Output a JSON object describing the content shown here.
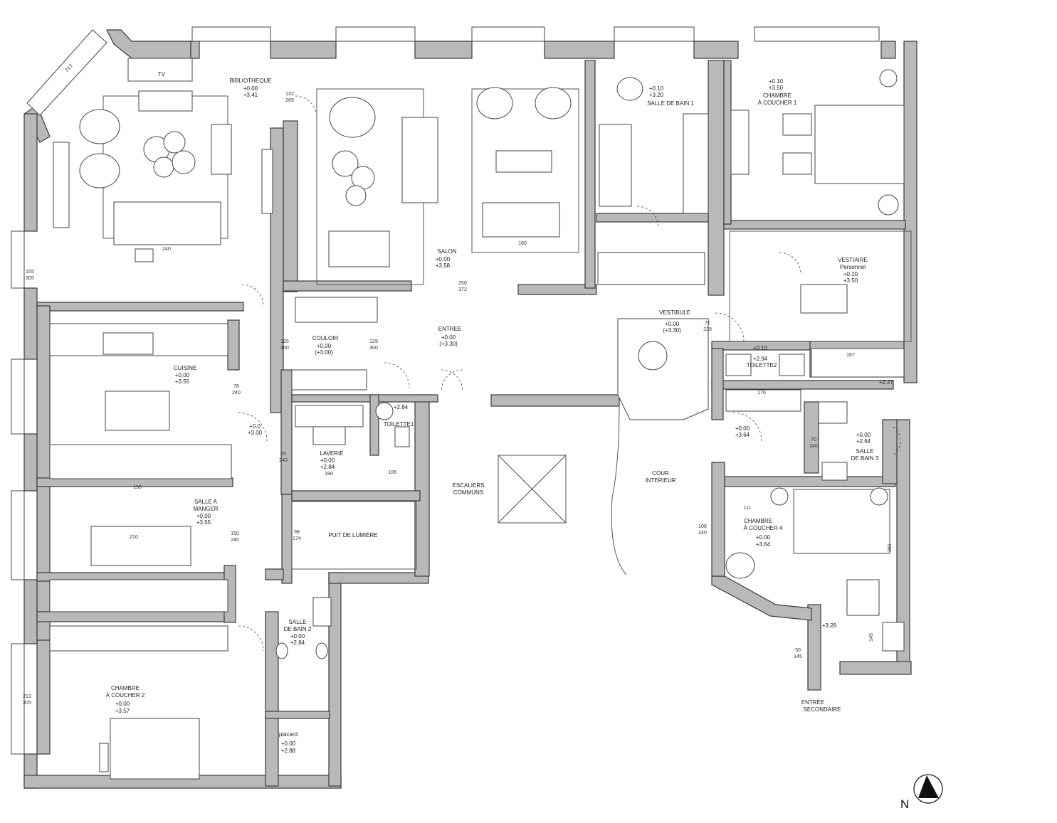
{
  "rooms": {
    "bibliotheque": {
      "name": "BIBLIOTHEQUE",
      "l1": "+0.00",
      "l2": "+3.41"
    },
    "tv": "TV",
    "salon": {
      "name": "SALON",
      "l1": "+0.00",
      "l2": "+3.58"
    },
    "sdb1": {
      "name": "SALLE DE BAIN 1",
      "l1": "+0.10",
      "l2": "+3.20"
    },
    "chambre1": {
      "name1": "CHAMBRE",
      "name2": "À COUCHER 1",
      "l1": "+0.10",
      "l2": "+3.50"
    },
    "vestiaire": {
      "name1": "VESTIAIRE",
      "name2": "Personnel",
      "l1": "+0.10",
      "l2": "+3.50"
    },
    "vestibule": {
      "name": "VESTIBULE",
      "l1": "+0.00",
      "l2": "(+3.30)"
    },
    "couloir": {
      "name": "COULOIR",
      "l1": "+0.00",
      "l2": "(+3.00)"
    },
    "entree": {
      "name": "ENTREE",
      "l1": "+0.00",
      "l2": "(+3.30)"
    },
    "cuisine": {
      "name": "CUISINE",
      "l1": "+0.00",
      "l2": "+3.55"
    },
    "hall": {
      "l1": "+0.0",
      "l2": "+3.00"
    },
    "toilette1": {
      "name": "TOILETTE1",
      "l1": "+2.84"
    },
    "toilette2": {
      "name": "TOILETTE2",
      "l1": "+0.10",
      "l2": "+2.94"
    },
    "laverie": {
      "name": "LAVERIE",
      "l1": "+0.00",
      "l2": "+2.84"
    },
    "escaliers": {
      "name1": "ESCALIERS",
      "name2": "COMMUNS"
    },
    "cour": {
      "name1": "COUR",
      "name2": "INTERIEUR"
    },
    "sam": {
      "name1": "SALLE A",
      "name2": "MANGER",
      "l1": "+0.00",
      "l2": "+3.55"
    },
    "puits": {
      "name": "PUIT DE LUMIÈRE"
    },
    "sdb2": {
      "name1": "SALLE",
      "name2": "DE BAIN 2",
      "l1": "+0.00",
      "l2": "+2.84"
    },
    "chambre2": {
      "name1": "CHAMBRE",
      "name2": "À COUCHER 2",
      "l1": "+0.00",
      "l2": "+3.57"
    },
    "placard": {
      "name": "placard",
      "l1": "+0.00",
      "l2": "+2.88"
    },
    "sdb3": {
      "name1": "SALLE",
      "name2": "DE BAIN 3",
      "l1": "+0.00",
      "l2": "+2.64"
    },
    "pass": {
      "l1": "+0.00",
      "l2": "+3.64"
    },
    "chambre4": {
      "name1": "CHAMBRE",
      "name2": "À COUCHER 4",
      "l1": "+0.00",
      "l2": "+3.64"
    },
    "entree_sec": {
      "name1": "ENTRÉE",
      "name2": "SECONDAIRE"
    },
    "lvl_327": "+2.27",
    "lvl_328": "+3.28"
  },
  "dims": {
    "d155_305": [
      "155",
      "305"
    ],
    "d213": "213",
    "d213_305": [
      "213",
      "305"
    ],
    "d240": "240",
    "d180": "180",
    "d250_372": [
      "250",
      "372"
    ],
    "d125_300": [
      "125",
      "300"
    ],
    "d78_240": [
      "78",
      "240"
    ],
    "d150_240": [
      "150",
      "240"
    ],
    "d187": "187",
    "d176": "176",
    "d108_240": [
      "108",
      "240"
    ],
    "d65_240": [
      "65",
      "240"
    ],
    "d98_174": [
      "98",
      "174"
    ],
    "d190": "190",
    "d106": "106",
    "d210": "210",
    "d150": "150",
    "d132_269": [
      "132",
      "269"
    ],
    "d70_240": [
      "70",
      "240"
    ],
    "d71_228": [
      "71",
      "228"
    ],
    "d50_145": [
      "50",
      "145"
    ],
    "d111": "111",
    "d281": "281",
    "d145": "145"
  },
  "compass": {
    "label": "N"
  }
}
